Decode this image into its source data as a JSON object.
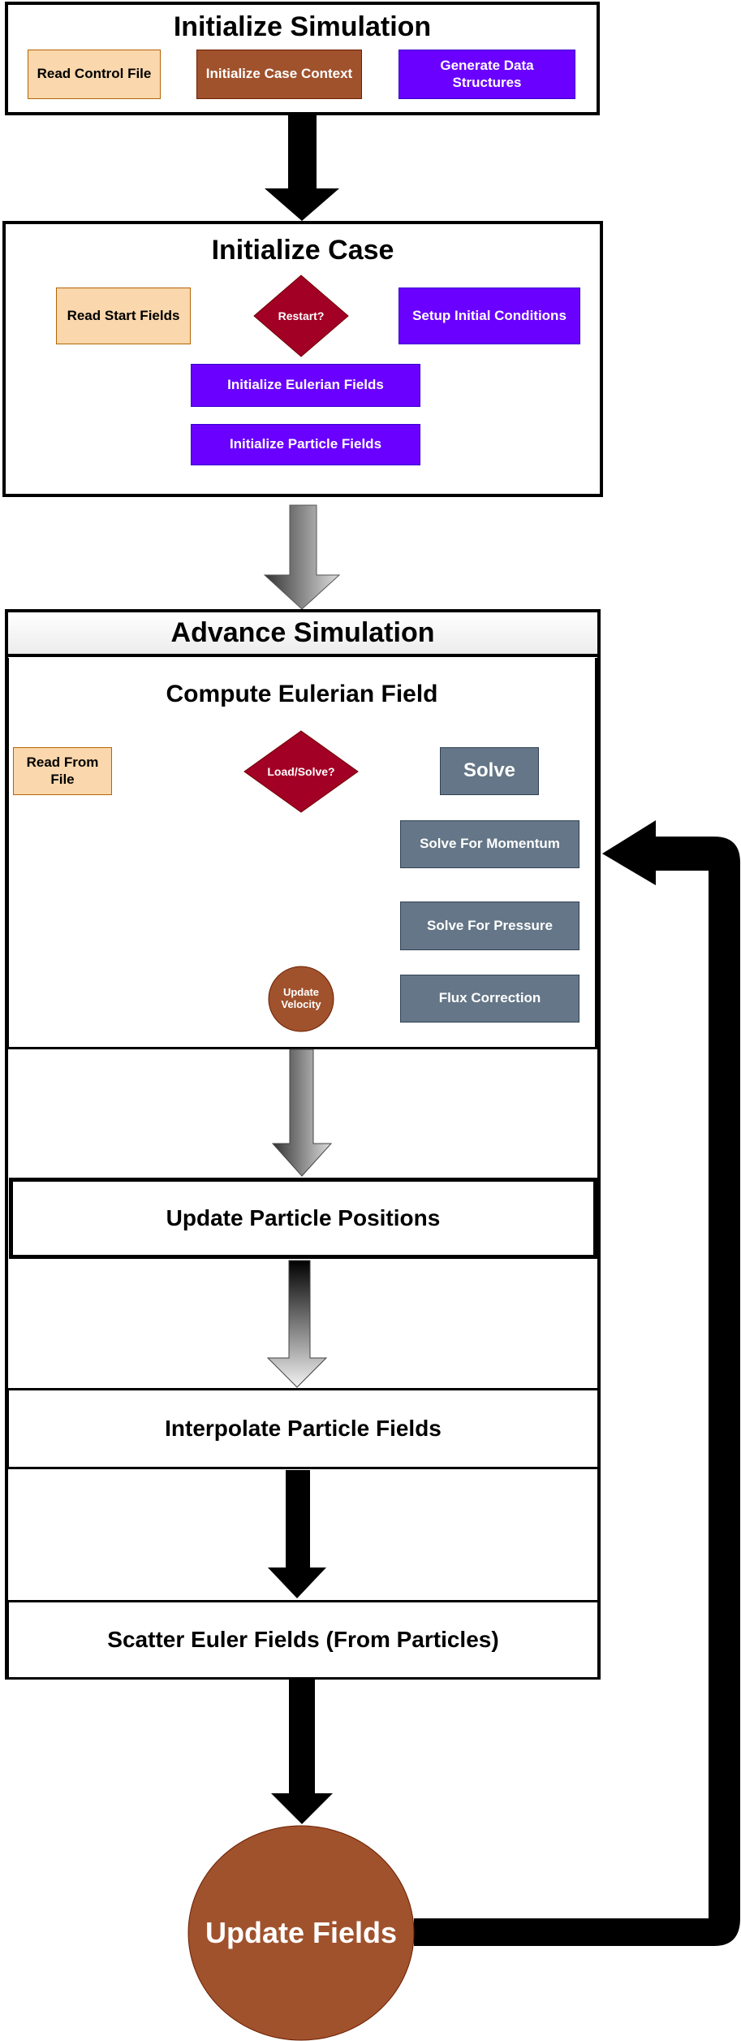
{
  "diagram": {
    "initialize_simulation": {
      "title": "Initialize Simulation",
      "steps": [
        "Read Control File",
        "Initialize Case Context",
        "Generate Data Structures"
      ]
    },
    "initialize_case": {
      "title": "Initialize Case",
      "decision": "Restart?",
      "yes_branch": "Read Start Fields",
      "no_branch": "Setup Initial Conditions",
      "targets": [
        "Initialize Eulerian Fields",
        "Initialize Particle Fields"
      ]
    },
    "advance_simulation": {
      "title": "Advance Simulation",
      "compute_eulerian": {
        "title": "Compute Eulerian Field",
        "decision": "Load/Solve?",
        "load_branch": "Read From File",
        "solve_branch": "Solve",
        "solve_steps": [
          "Solve For Momentum",
          "Solve For Pressure",
          "Flux Correction"
        ],
        "merge": "Update Velocity"
      },
      "stages": [
        "Update Particle Positions",
        "Interpolate Particle Fields",
        "Scatter Euler Fields (From Particles)"
      ]
    },
    "final": "Update Fields"
  },
  "colors": {
    "peach": "#fad7ac",
    "brown": "#a0522d",
    "purple": "#6a00ff",
    "decision_red": "#a20025",
    "slate": "#647687",
    "black": "#000000"
  }
}
